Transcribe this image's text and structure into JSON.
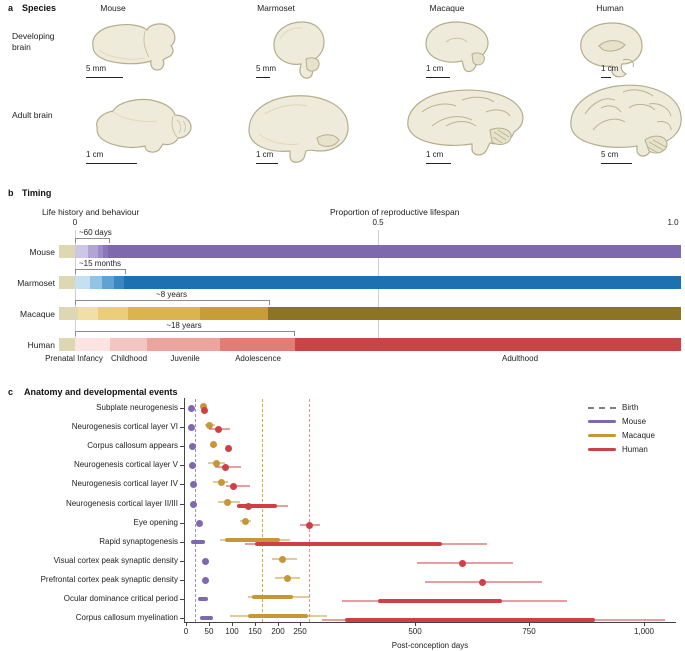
{
  "species_panel": {
    "panel_label": "a",
    "title": "Species",
    "columns": [
      "Mouse",
      "Marmoset",
      "Macaque",
      "Human"
    ],
    "row_labels": [
      "Developing brain",
      "Adult brain"
    ],
    "scale_bars": {
      "mouse_developing": "5 mm",
      "mouse_adult": "1 cm",
      "marmoset_developing": "5 mm",
      "marmoset_adult": "1 cm",
      "macaque_developing": "1 cm",
      "macaque_adult": "1 cm",
      "human_developing": "1 cm",
      "human_adult": "5 cm"
    }
  },
  "timing_panel": {
    "panel_label": "b",
    "title": "Timing",
    "left_title": "Life history and behaviour",
    "right_title": "Proportion of reproductive lifespan",
    "ticks": [
      {
        "label": "0",
        "x": 75
      },
      {
        "label": "0.5",
        "x": 378
      },
      {
        "label": "1.0",
        "x": 673
      }
    ],
    "stage_labels": [
      {
        "label": "Prenatal",
        "x": 60
      },
      {
        "label": "Infancy",
        "x": 90
      },
      {
        "label": "Childhood",
        "x": 129
      },
      {
        "label": "Juvenile",
        "x": 185
      },
      {
        "label": "Adolescence",
        "x": 258
      },
      {
        "label": "Adulthood",
        "x": 520
      }
    ],
    "rows": [
      {
        "species": "Mouse",
        "annotation": "~60 days",
        "y": 245,
        "bracket": [
          75,
          108
        ],
        "segments": [
          {
            "stage": "Prenatal",
            "color": "#ddd7b4",
            "from": 59,
            "to": 75
          },
          {
            "stage": "Infancy",
            "color": "#cec6e6",
            "from": 75,
            "to": 88
          },
          {
            "stage": "Childhood",
            "color": "#b2a4d5",
            "from": 88,
            "to": 98
          },
          {
            "stage": "Juvenile",
            "color": "#9d8bc6",
            "from": 98,
            "to": 103
          },
          {
            "stage": "Adolescence",
            "color": "#8a75b8",
            "from": 103,
            "to": 108
          },
          {
            "stage": "Adulthood",
            "color": "#7e68ae",
            "from": 108,
            "to": 681
          }
        ]
      },
      {
        "species": "Marmoset",
        "annotation": "~15 months",
        "y": 276,
        "bracket": [
          75,
          124
        ],
        "segments": [
          {
            "stage": "Prenatal",
            "color": "#ddd7b4",
            "from": 59,
            "to": 75
          },
          {
            "stage": "Infancy",
            "color": "#c4e0f2",
            "from": 75,
            "to": 90
          },
          {
            "stage": "Childhood",
            "color": "#90c3e4",
            "from": 90,
            "to": 102
          },
          {
            "stage": "Juvenile",
            "color": "#60a3d2",
            "from": 102,
            "to": 114
          },
          {
            "stage": "Adolescence",
            "color": "#3a88c1",
            "from": 114,
            "to": 124
          },
          {
            "stage": "Adulthood",
            "color": "#1c72b0",
            "from": 124,
            "to": 681
          }
        ]
      },
      {
        "species": "Macaque",
        "annotation": "~8 years",
        "y": 307,
        "bracket": [
          75,
          268
        ],
        "segments": [
          {
            "stage": "Prenatal",
            "color": "#ddd7b4",
            "from": 59,
            "to": 78
          },
          {
            "stage": "Infancy",
            "color": "#f2dfa4",
            "from": 78,
            "to": 98
          },
          {
            "stage": "Childhood",
            "color": "#eccd79",
            "from": 98,
            "to": 128
          },
          {
            "stage": "Juvenile",
            "color": "#dcb44f",
            "from": 128,
            "to": 200
          },
          {
            "stage": "Adolescence",
            "color": "#c89c37",
            "from": 200,
            "to": 268
          },
          {
            "stage": "Adulthood",
            "color": "#8b7424",
            "from": 268,
            "to": 681
          }
        ]
      },
      {
        "species": "Human",
        "annotation": "~18 years",
        "y": 338,
        "bracket": [
          75,
          293
        ],
        "segments": [
          {
            "stage": "Prenatal",
            "color": "#ddd7b4",
            "from": 59,
            "to": 75
          },
          {
            "stage": "Infancy",
            "color": "#fbe4e1",
            "from": 75,
            "to": 110
          },
          {
            "stage": "Childhood",
            "color": "#f5c6c1",
            "from": 110,
            "to": 147
          },
          {
            "stage": "Juvenile",
            "color": "#eda49e",
            "from": 147,
            "to": 220
          },
          {
            "stage": "Adolescence",
            "color": "#e27d76",
            "from": 220,
            "to": 295
          },
          {
            "stage": "Adulthood",
            "color": "#c94444",
            "from": 295,
            "to": 681
          }
        ]
      }
    ]
  },
  "chart_data": {
    "type": "scatter",
    "panel_label": "c",
    "title": "Anatomy and developmental events",
    "xlabel": "Post-conception days",
    "xlim": [
      0,
      1100
    ],
    "x_ticks": [
      0,
      50,
      100,
      150,
      200,
      250,
      500,
      750,
      1000
    ],
    "x_tick_labels": [
      "0",
      "50",
      "100",
      "150",
      "200",
      "250",
      "500",
      "750",
      "1,000"
    ],
    "series_colors": {
      "mouse": "#7e68ae",
      "macaque": "#c69738",
      "human": "#ce4043"
    },
    "birth_lines": [
      {
        "species": "Mouse",
        "day": 20,
        "color": "#9d8cd0"
      },
      {
        "species": "Macaque",
        "day": 166,
        "color": "#dba53f"
      },
      {
        "species": "Human",
        "day": 269,
        "color": "#ef9090"
      }
    ],
    "legend": [
      {
        "label": "Birth",
        "type": "dashed",
        "color": "#808080"
      },
      {
        "label": "Mouse",
        "type": "line",
        "color": "#7e68ae"
      },
      {
        "label": "Macaque",
        "type": "line",
        "color": "#c69738"
      },
      {
        "label": "Human",
        "type": "line",
        "color": "#ce4043"
      }
    ],
    "rows": [
      {
        "label": "Subplate neurogenesis",
        "mouse": {
          "dot": 11
        },
        "macaque": {
          "dot": 38
        },
        "human": {
          "dot": 41
        }
      },
      {
        "label": "Neurogenesis cortical layer VI",
        "mouse": {
          "dot": 13
        },
        "macaque": {
          "dot": 52,
          "range": [
            41,
            63
          ]
        },
        "human": {
          "dot": 70,
          "range": [
            50,
            97
          ]
        }
      },
      {
        "label": "Corpus callosum appears",
        "mouse": {
          "dot": 15
        },
        "macaque": {
          "dot": 61
        },
        "human": {
          "dot": 92
        }
      },
      {
        "label": "Neurogenesis cortical layer V",
        "mouse": {
          "dot": 15
        },
        "macaque": {
          "dot": 66,
          "range": [
            48,
            85
          ]
        },
        "human": {
          "dot": 87,
          "range": [
            63,
            120
          ]
        }
      },
      {
        "label": "Neurogenesis cortical layer IV",
        "mouse": {
          "dot": 16
        },
        "macaque": {
          "dot": 77,
          "range": [
            59,
            92
          ]
        },
        "human": {
          "dot": 103,
          "range": [
            88,
            140
          ]
        }
      },
      {
        "label": "Neurogenesis cortical layer II/III",
        "mouse": {
          "dot": 16
        },
        "macaque": {
          "dot": 90,
          "range": [
            70,
            118
          ]
        },
        "human": {
          "dot": 136,
          "range": [
            111,
            223
          ],
          "thick": [
            111,
            199
          ]
        }
      },
      {
        "label": "Eye opening",
        "mouse": {
          "dot": 30
        },
        "macaque": {
          "dot": 129,
          "range": [
            118,
            142
          ]
        },
        "human": {
          "dot": 271,
          "range": [
            250,
            293
          ]
        }
      },
      {
        "label": "Rapid synaptogenesis",
        "mouse": {
          "thick": [
            10,
            42
          ]
        },
        "macaque": {
          "thick": [
            85,
            205
          ],
          "range": [
            74,
            228
          ]
        },
        "human": {
          "thick": [
            150,
            560
          ],
          "range": [
            128,
            658
          ]
        }
      },
      {
        "label": "Visual cortex peak synaptic density",
        "mouse": {
          "dot": 42
        },
        "macaque": {
          "dot": 212,
          "range": [
            188,
            243
          ]
        },
        "human": {
          "dot": 605,
          "range": [
            505,
            715
          ]
        }
      },
      {
        "label": "Prefrontal cortex peak synaptic density",
        "mouse": {
          "dot": 42
        },
        "macaque": {
          "dot": 222,
          "range": [
            194,
            249
          ]
        },
        "human": {
          "dot": 648,
          "range": [
            522,
            778
          ]
        }
      },
      {
        "label": "Ocular dominance critical period",
        "mouse": {
          "thick": [
            26,
            48
          ]
        },
        "macaque": {
          "thick": [
            144,
            234
          ],
          "range": [
            136,
            271
          ]
        },
        "human": {
          "thick": [
            420,
            690
          ],
          "range": [
            340,
            833
          ]
        }
      },
      {
        "label": "Corpus callosum myelination",
        "mouse": {
          "thick": [
            30,
            59
          ]
        },
        "macaque": {
          "thick": [
            136,
            266
          ],
          "range": [
            96,
            308
          ]
        },
        "human": {
          "thick": [
            348,
            894
          ],
          "range": [
            297,
            1047
          ]
        }
      }
    ]
  }
}
